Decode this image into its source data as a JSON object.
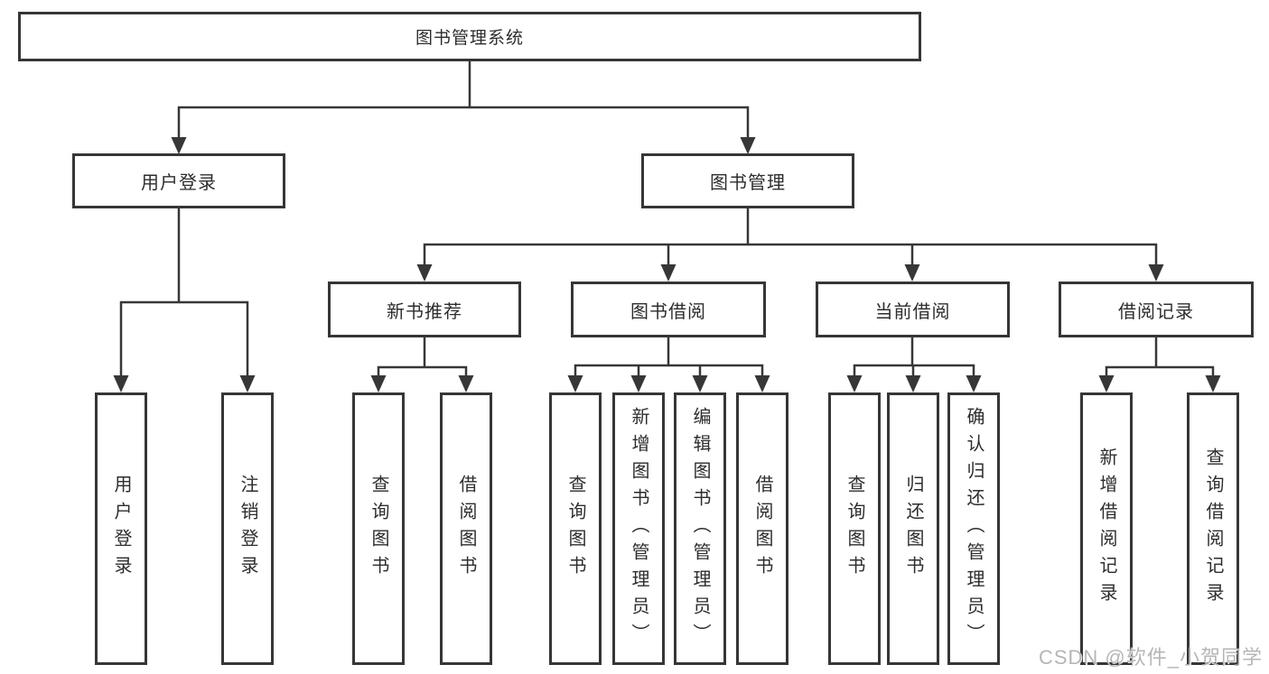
{
  "tree": {
    "root": {
      "label": "图书管理系统"
    },
    "branches": [
      {
        "label": "用户登录",
        "children": [
          {
            "label": "用户登录"
          },
          {
            "label": "注销登录"
          }
        ]
      },
      {
        "label": "图书管理",
        "children": [
          {
            "label": "新书推荐",
            "children": [
              {
                "label": "查询图书"
              },
              {
                "label": "借阅图书"
              }
            ]
          },
          {
            "label": "图书借阅",
            "children": [
              {
                "label": "查询图书"
              },
              {
                "label": "新增图书（管理员）"
              },
              {
                "label": "编辑图书（管理员）"
              },
              {
                "label": "借阅图书"
              }
            ]
          },
          {
            "label": "当前借阅",
            "children": [
              {
                "label": "查询图书"
              },
              {
                "label": "归还图书"
              },
              {
                "label": "确认归还（管理员）"
              }
            ]
          },
          {
            "label": "借阅记录",
            "children": [
              {
                "label": "新增借阅记录"
              },
              {
                "label": "查询借阅记录"
              }
            ]
          }
        ]
      }
    ]
  },
  "colors": {
    "line": "#373737",
    "border": "#363636",
    "text": "#2d2d2d",
    "watermark": "#b2b2b2"
  },
  "watermark": {
    "text": "CSDN @软件_小贺同学"
  }
}
